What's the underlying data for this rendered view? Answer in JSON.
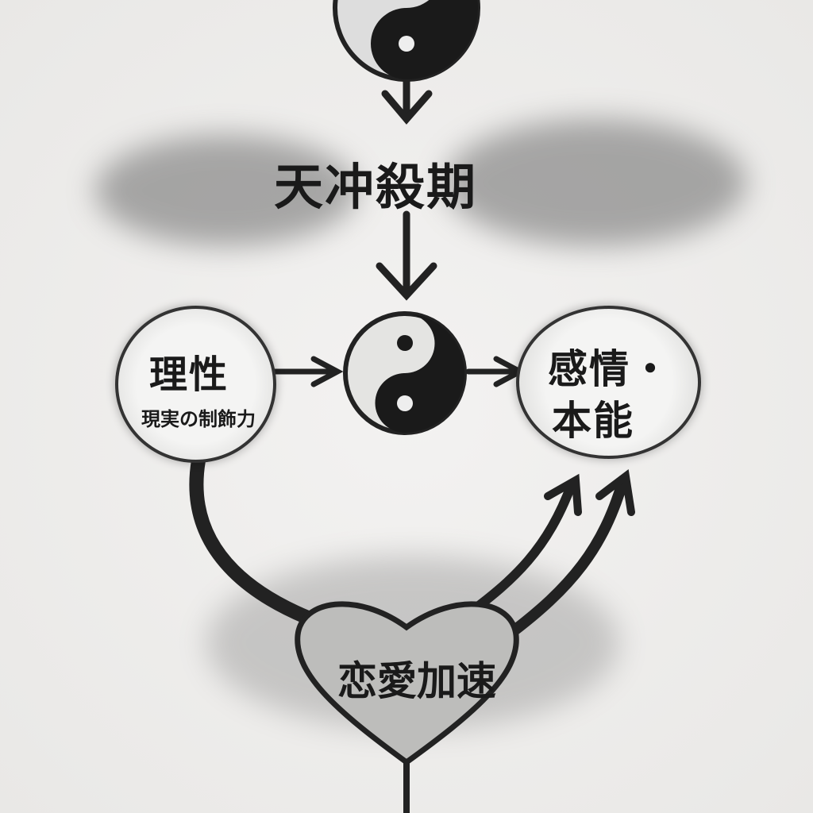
{
  "title": "天冲殺期",
  "left_node": {
    "title": "理性",
    "subtitle": "現実の制飾力"
  },
  "right_node": {
    "line1": "感情・",
    "line2": "本能"
  },
  "heart_node": {
    "label": "恋愛加速"
  },
  "colors": {
    "ink": "#1a1a1a",
    "paper": "#efeeed"
  }
}
